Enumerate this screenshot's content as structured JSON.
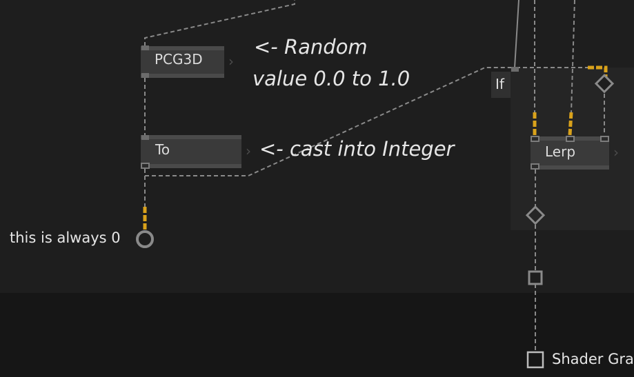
{
  "nodes": {
    "pcg3d": {
      "label": "PCG3D"
    },
    "to": {
      "label": "To"
    },
    "lerp": {
      "label": "Lerp"
    },
    "if": {
      "label": "If"
    }
  },
  "comments": {
    "random_line1": "<- Random",
    "random_line2": "value 0.0 to 1.0",
    "cast": "<- cast into Integer"
  },
  "output_label": "this is always 0",
  "shader_label": "Shader Gra",
  "colors": {
    "background": "#1e1e1e",
    "background_lower": "#161616",
    "node_fill": "#3a3a3a",
    "wire": "#8a8a8a",
    "active_wire": "#d9a21b",
    "region": "#252525"
  }
}
